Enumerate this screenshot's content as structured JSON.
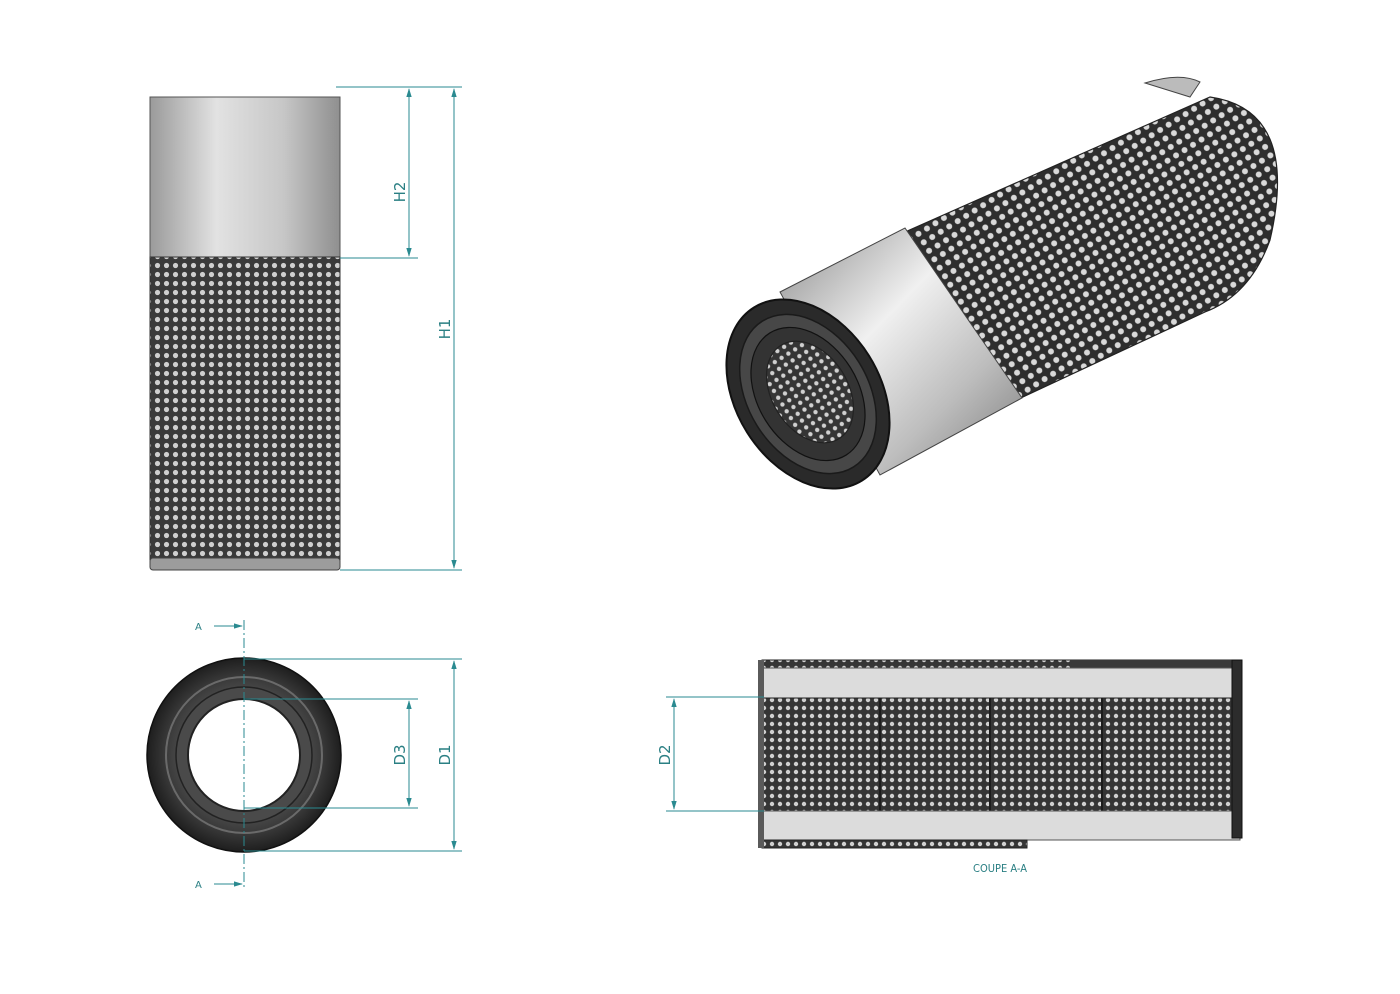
{
  "dimensions": {
    "h1": "H1",
    "h2": "H2",
    "d1": "D1",
    "d2": "D2",
    "d3": "D3"
  },
  "section": {
    "marker_top": "A",
    "marker_bottom": "A",
    "caption": "COUPE A-A"
  },
  "colors": {
    "dimension": "#2a8a90",
    "metal_dark": "#2b2b2b",
    "metal_light": "#d8d8d8"
  }
}
